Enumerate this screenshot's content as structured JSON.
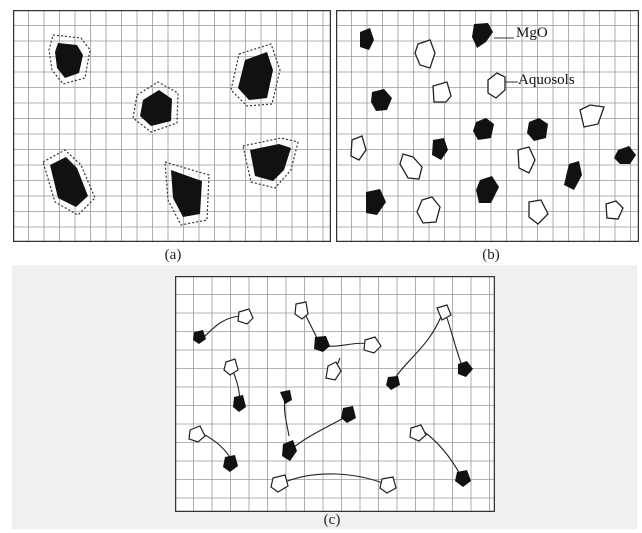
{
  "panels": [
    {
      "id": "a",
      "caption": "(a)"
    },
    {
      "id": "b",
      "caption": "(b)"
    },
    {
      "id": "c",
      "caption": "(c)"
    }
  ],
  "legend": {
    "mgo_label": "MgO",
    "aquosols_label": "Aquosols"
  },
  "colors": {
    "grid": "#9a9a9a",
    "border": "#333333",
    "mgo_fill": "#111111",
    "aquosol_fill": "#ffffff",
    "panel_c_background": "#f0f0f0"
  }
}
